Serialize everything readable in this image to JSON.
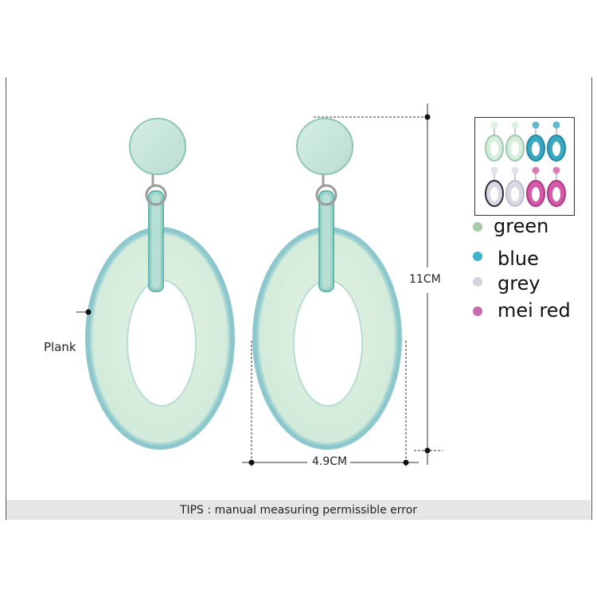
{
  "labels": {
    "plank": "Plank",
    "height": "11CM",
    "width": "4.9CM"
  },
  "tips": "TIPS : manual measuring permissible error",
  "colors": {
    "green_fill": "#d3ecd8",
    "green_rim": "#8fc8c8",
    "stud": "#c9e6de",
    "stud_rim": "#8fc5b8"
  },
  "legend": [
    {
      "label": "green",
      "color": "#a6c9a6"
    },
    {
      "label": "blue",
      "color": "#3fb3cc"
    },
    {
      "label": "grey",
      "color": "#d4d4e0"
    },
    {
      "label": "mei red",
      "color": "#c46aae"
    }
  ],
  "variants": [
    {
      "name": "green",
      "fill": "#d7eedf",
      "rim": "#9cc9a9"
    },
    {
      "name": "green",
      "fill": "#d7eedf",
      "rim": "#9cc9a9"
    },
    {
      "name": "blue",
      "fill": "#3aa7c0",
      "rim": "#1e8aa6"
    },
    {
      "name": "blue",
      "fill": "#3aa7c0",
      "rim": "#1e8aa6"
    },
    {
      "name": "grey",
      "fill": "#d9d9e4",
      "rim": "#2b2b38"
    },
    {
      "name": "grey",
      "fill": "#d9d9e4",
      "rim": "#bdbdcb"
    },
    {
      "name": "mei red",
      "fill": "#d55aa8",
      "rim": "#b0358a"
    },
    {
      "name": "mei red",
      "fill": "#d55aa8",
      "rim": "#b0358a"
    }
  ]
}
